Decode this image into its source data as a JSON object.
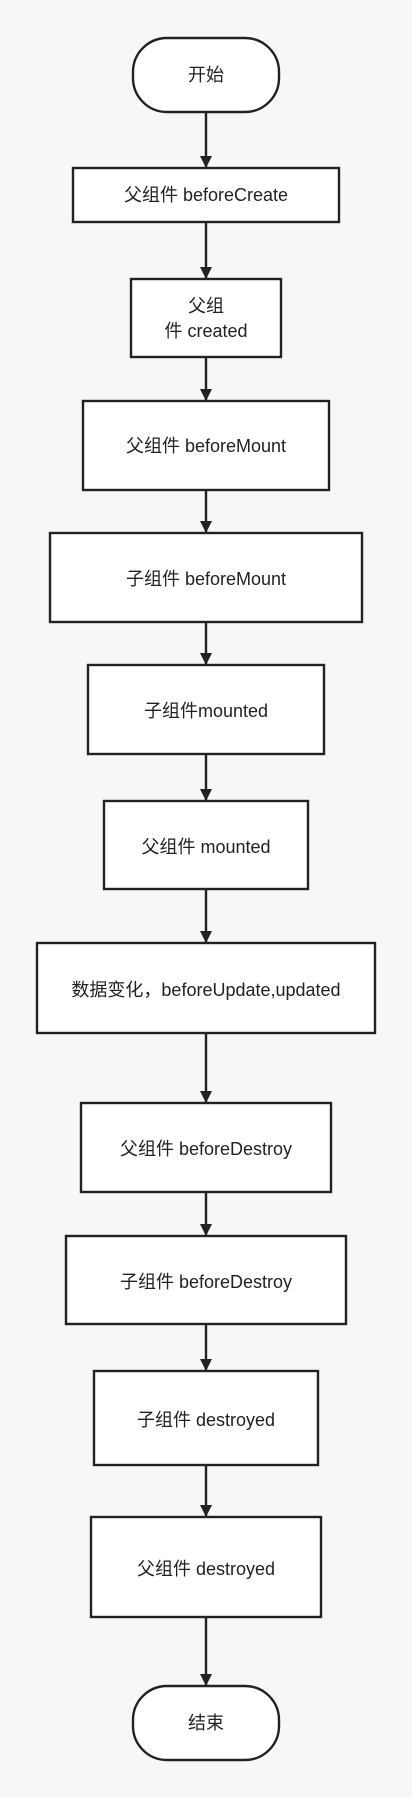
{
  "diagram": {
    "nodes": [
      {
        "id": "start",
        "label": "开始",
        "shape": "terminal"
      },
      {
        "id": "parent-before-create",
        "label": "父组件 beforeCreate",
        "shape": "process"
      },
      {
        "id": "parent-created",
        "label_lines": [
          "父组",
          "件 created"
        ],
        "shape": "process"
      },
      {
        "id": "parent-before-mount",
        "label": "父组件 beforeMount",
        "shape": "process"
      },
      {
        "id": "child-before-mount",
        "label": "子组件 beforeMount",
        "shape": "process"
      },
      {
        "id": "child-mounted",
        "label": "子组件mounted",
        "shape": "process"
      },
      {
        "id": "parent-mounted",
        "label": "父组件 mounted",
        "shape": "process"
      },
      {
        "id": "data-change",
        "label": "数据变化，beforeUpdate,updated",
        "shape": "process"
      },
      {
        "id": "parent-before-destroy",
        "label": "父组件 beforeDestroy",
        "shape": "process"
      },
      {
        "id": "child-before-destroy",
        "label": "子组件 beforeDestroy",
        "shape": "process"
      },
      {
        "id": "child-destroyed",
        "label": "子组件 destroyed",
        "shape": "process"
      },
      {
        "id": "parent-destroyed",
        "label": "父组件 destroyed",
        "shape": "process"
      },
      {
        "id": "end",
        "label": "结束",
        "shape": "terminal"
      }
    ]
  }
}
